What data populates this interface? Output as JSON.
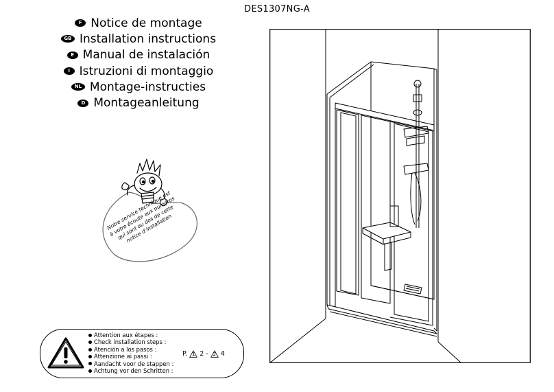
{
  "reference": "DES1307NG-A",
  "languages": [
    {
      "code": "F",
      "label": "Notice de montage"
    },
    {
      "code": "GB",
      "label": "Installation instructions"
    },
    {
      "code": "E",
      "label": "Manual de instalación"
    },
    {
      "code": "I",
      "label": "Istruzioni di montaggio"
    },
    {
      "code": "NL",
      "label": "Montage-instructies"
    },
    {
      "code": "D",
      "label": "Montageanleitung"
    }
  ],
  "service_note": {
    "lines": [
      "Notre service technique est",
      "à votre écoute aux numéros",
      "qui sont au dos de cette",
      "notice d'installation"
    ]
  },
  "attention": {
    "steps": [
      "Attention aux étapes :",
      "Check installation steps :",
      "Atención a los pasos :",
      "Attenzione ai passi :",
      "Aandacht voor de stappen :",
      "Achtung vor den Schritten :"
    ],
    "pages_prefix": "P.",
    "page_refs": [
      {
        "step": "1",
        "page": "2"
      },
      {
        "step": "2",
        "page": "4"
      }
    ],
    "separator": "-"
  }
}
